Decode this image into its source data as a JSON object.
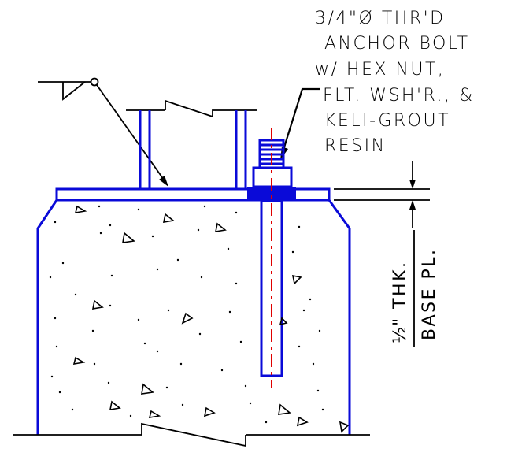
{
  "callout": {
    "lines": [
      "3/4\"Ø THR'D",
      "ANCHOR BOLT",
      "w/ HEX NUT,",
      "FLT. WSH'R., &",
      "KELI-GROUT",
      "RESIN"
    ]
  },
  "dimension": {
    "fraction": "½",
    "line1": "\" THK.",
    "line2": "BASE PL."
  },
  "colors": {
    "steel": "#0a0ad8",
    "centerline": "#e00000",
    "linework": "#000000"
  }
}
